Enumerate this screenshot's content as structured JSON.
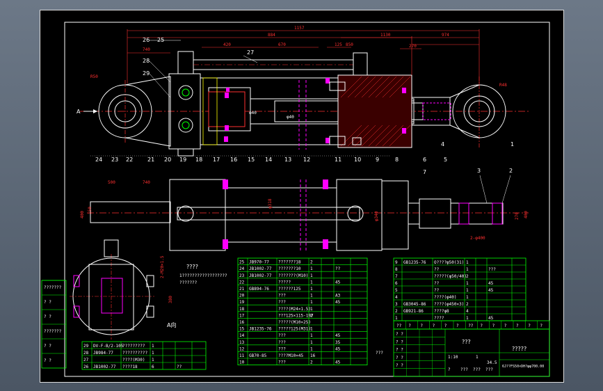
{
  "window": {
    "title": ""
  },
  "colors": {
    "outline": "#ffffff",
    "dim": "#ff3030",
    "center": "#ff3030",
    "hatch": "#ff3030",
    "seal": "#ff00ff",
    "table": "#00ff00",
    "cyan": "#00ffff"
  },
  "balloons_top": [
    "26",
    "25",
    "28",
    "29",
    "27"
  ],
  "balloons_bottom_left": [
    "24",
    "23",
    "22",
    "21",
    "20",
    "19",
    "18",
    "17",
    "16",
    "15",
    "14",
    "13",
    "12",
    "11",
    "10",
    "9",
    "8",
    "7",
    "6",
    "5",
    "4",
    "1"
  ],
  "balloons_right": [
    "3",
    "2"
  ],
  "dims_top": [
    "1157",
    "884",
    "1130",
    "974",
    "420",
    "670",
    "125",
    "850",
    "270",
    "740"
  ],
  "dims_main": {
    "r_left": "R50",
    "r_right": "R48",
    "rod": "φ40",
    "bore": "φ40"
  },
  "dims_plan": {
    "w1": "500",
    "w2": "740",
    "h1": "400",
    "h2": "150",
    "dia": "φ318",
    "dia2": "φ340",
    "rod_dia": "2-φ400",
    "r_w": "270",
    "r_h": "400"
  },
  "view_label": "A向",
  "arrow_label": "A",
  "notes_title": "????",
  "notes_lines": [
    "1??????????????????",
    "???????"
  ],
  "sideview_dims": [
    "2-M20×1.5",
    "380"
  ],
  "left_block_rows": [
    "???????",
    "? ?",
    "? ?",
    "???????",
    "? ?",
    "? ?"
  ],
  "parts_small": [
    {
      "no": "29",
      "code": "DV-F-B/2-105",
      "name": "?????????",
      "qty": "1",
      "mat": ""
    },
    {
      "no": "28",
      "code": "JB984-77",
      "name": "??????????",
      "qty": "1",
      "mat": ""
    },
    {
      "no": "27",
      "code": "",
      "name": "????(M30)",
      "qty": "1",
      "mat": ""
    },
    {
      "no": "26",
      "code": "JB1002-77",
      "name": "????18",
      "qty": "6",
      "mat": "??"
    }
  ],
  "parts_mid": [
    {
      "no": "25",
      "code": "JB970-77",
      "name": "???????18",
      "qty": "2",
      "mat": ""
    },
    {
      "no": "24",
      "code": "JB1002-77",
      "name": "???????10",
      "qty": "1",
      "mat": "??"
    },
    {
      "no": "23",
      "code": "JB1002-77",
      "name": "???????(M10)",
      "qty": "1",
      "mat": ""
    },
    {
      "no": "22",
      "code": "",
      "name": "?????",
      "qty": "1",
      "mat": "45"
    },
    {
      "no": "21",
      "code": "GB894-76",
      "name": "??????125",
      "qty": "1",
      "mat": ""
    },
    {
      "no": "20",
      "code": "",
      "name": "???",
      "qty": "1",
      "mat": "A3"
    },
    {
      "no": "19",
      "code": "",
      "name": "???",
      "qty": "1",
      "mat": "45"
    },
    {
      "no": "18",
      "code": "",
      "name": "????(M24×1.5)",
      "qty": "1",
      "mat": ""
    },
    {
      "no": "17",
      "code": "",
      "name": "???125×115-197",
      "qty": "2",
      "mat": ""
    },
    {
      "no": "16",
      "code": "",
      "name": "?????(M10×25)",
      "qty": "",
      "mat": ""
    },
    {
      "no": "15",
      "code": "JB1235-76",
      "name": "?????125(M31)",
      "qty": "1",
      "mat": ""
    },
    {
      "no": "14",
      "code": "",
      "name": "???",
      "qty": "1",
      "mat": "45"
    },
    {
      "no": "13",
      "code": "",
      "name": "???",
      "qty": "1",
      "mat": "35"
    },
    {
      "no": "12",
      "code": "",
      "name": "???",
      "qty": "1",
      "mat": "45"
    },
    {
      "no": "11",
      "code": "GB70-85",
      "name": "????M10×45",
      "qty": "16",
      "mat": ""
    },
    {
      "no": "10",
      "code": "",
      "name": "???",
      "qty": "2",
      "mat": "45"
    }
  ],
  "parts_right": [
    {
      "no": "9",
      "code": "GB1235-76",
      "name": "O????φ50(31)",
      "qty": "1",
      "mat": ""
    },
    {
      "no": "8",
      "code": "",
      "name": "??",
      "qty": "1",
      "mat": "???"
    },
    {
      "no": "7",
      "code": "",
      "name": "?????(φ50/40)",
      "qty": "2",
      "mat": ""
    },
    {
      "no": "6",
      "code": "",
      "name": "??",
      "qty": "1",
      "mat": "45"
    },
    {
      "no": "5",
      "code": "",
      "name": "??",
      "qty": "1",
      "mat": "45"
    },
    {
      "no": "4",
      "code": "",
      "name": "????(φ40)",
      "qty": "1",
      "mat": ""
    },
    {
      "no": "3",
      "code": "GB3045-86",
      "name": "????(φ450×3)",
      "qty": "2",
      "mat": ""
    },
    {
      "no": "2",
      "code": "GB921-86",
      "name": "????φ8",
      "qty": "4",
      "mat": ""
    },
    {
      "no": "1",
      "code": "",
      "name": "????",
      "qty": "1",
      "mat": "45"
    }
  ],
  "parts_header": [
    "??",
    "?",
    "?",
    "?",
    "?",
    "?",
    "??",
    "?",
    "?",
    "?",
    "?",
    "?",
    "?"
  ],
  "title_block": {
    "title1": "???",
    "title2": "?????",
    "drawing_no": "6J??FS50×DH?φφ700.00",
    "scale": "1:10",
    "sheets": "1",
    "weight": "34.5",
    "misc": [
      "? ?",
      "? ?",
      "? ?",
      "? ?",
      "? ?"
    ],
    "stamp": "???",
    "sig_row": [
      "?",
      "???",
      "???",
      "???"
    ]
  }
}
